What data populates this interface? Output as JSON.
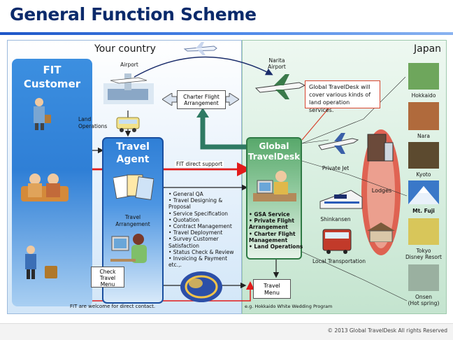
{
  "title": "General Function Scheme",
  "your_country": "Your country",
  "japan": "Japan",
  "fit": {
    "line1": "FIT",
    "line2": "Customer"
  },
  "airport": "Airport",
  "narita": {
    "line1": "Narita",
    "line2": "Airport"
  },
  "charter": {
    "line1": "Charter Flight",
    "line2": "Arrangement"
  },
  "land_ops": {
    "line1": "Land",
    "line2": "Operations"
  },
  "travel_agent": {
    "line1": "Travel",
    "line2": "Agent"
  },
  "travel_arrangement": {
    "line1": "Travel",
    "line2": "Arrangement"
  },
  "fit_direct": "FIT direct support",
  "gtd": {
    "line1": "Global",
    "line2": "TravelDesk"
  },
  "note": {
    "line1": "Global TravelDesk will",
    "line2": "cover various kinds of",
    "line3": "land operation services."
  },
  "agent_services": [
    "• General QA",
    "• Travel Designing &",
    "  Proposal",
    "• Service Specification",
    "• Quotation",
    "• Contract Management",
    "• Travel Deployment",
    "• Survey Customer",
    "  Satisfaction",
    "• Status Check & Review",
    "• Invoicing & Payment",
    "  etc.,."
  ],
  "gtd_services": [
    "• GSA Service",
    "• Private Flight",
    "  Arrangement",
    "• Charter Flight",
    "  Management",
    "• Land Operations"
  ],
  "check_menu": {
    "line1": "Check",
    "line2": "Travel",
    "line3": "Menu"
  },
  "travel_menu": {
    "line1": "Travel",
    "line2": "Menu"
  },
  "wedding": "e.g. Hokkaido White Wedding Program",
  "fit_welcome": "FIT are welcome for direct contact.",
  "transport": {
    "private_jet": "Private Jet",
    "shinkansen": "Shinkansen",
    "local": "Local Transportation",
    "lodges": "Lodges"
  },
  "places": [
    {
      "name": "Hokkaido",
      "color": "#6ea65c"
    },
    {
      "name": "Nara",
      "color": "#b06a3c"
    },
    {
      "name": "Kyoto",
      "color": "#5c4a2f"
    },
    {
      "name": "Mt. Fuji",
      "color": "#3a78c8"
    },
    {
      "name": "Tokyo Disney Resort",
      "color": "#d8c65a"
    },
    {
      "name": "Onsen (Hot spring)",
      "color": "#9ab0a0"
    }
  ],
  "places_labels": {
    "tdr1": "Tokyo",
    "tdr2": "Disney Resort",
    "onsen1": "Onsen",
    "onsen2": "(Hot spring)"
  },
  "copyright": "© 2013 Global TravelDesk All rights Reserved"
}
